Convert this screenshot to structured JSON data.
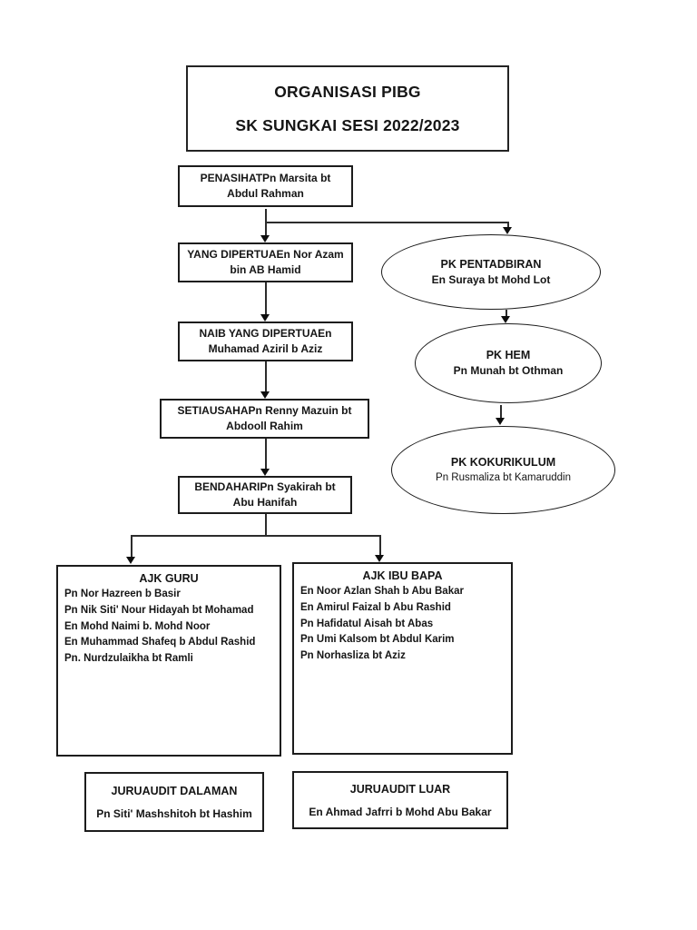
{
  "title": {
    "line1": "ORGANISASI PIBG",
    "line2": "SK SUNGKAI SESI 2022/2023"
  },
  "stack": [
    {
      "role": "PENASIHAT",
      "line1": "PENASIHATPn Marsita bt",
      "line2": "Abdul Rahman"
    },
    {
      "role": "YANG DIPERTUA",
      "line1": "YANG DIPERTUAEn Nor Azam",
      "line2": "bin AB Hamid"
    },
    {
      "role": "NAIB YANG DIPERTUA",
      "line1": "NAIB YANG DIPERTUAEn",
      "line2": "Muhamad Aziril b Aziz"
    },
    {
      "role": "SETIAUSAHA",
      "line1": "SETIAUSAHAPn Renny Mazuin bt",
      "line2": "Abdooll Rahim"
    },
    {
      "role": "BENDAHARI",
      "line1": "BENDAHARIPn Syakirah bt",
      "line2": "Abu Hanifah"
    }
  ],
  "ellipses": [
    {
      "title": "PK PENTADBIRAN",
      "person": "En Suraya bt Mohd Lot"
    },
    {
      "title": "PK HEM",
      "person": "Pn Munah bt Othman"
    },
    {
      "title": "PK KOKURIKULUM",
      "person": "Pn Rusmaliza bt Kamaruddin"
    }
  ],
  "committees": [
    {
      "title": "AJK GURU",
      "members": [
        "Pn Nor Hazreen b Basir",
        "Pn Nik Siti' Nour Hidayah bt Mohamad",
        "En Mohd Naimi b. Mohd Noor",
        "En Muhammad Shafeq b Abdul Rashid",
        "Pn. Nurdzulaikha bt Ramli"
      ]
    },
    {
      "title": "AJK IBU BAPA",
      "members": [
        "En Noor Azlan Shah b Abu Bakar",
        "En Amirul Faizal b Abu Rashid",
        "Pn Hafidatul Aisah bt Abas",
        "Pn Umi Kalsom bt Abdul Karim",
        "Pn Norhasliza bt Aziz"
      ]
    }
  ],
  "auditors": [
    {
      "title": "JURUAUDIT DALAMAN",
      "person": "Pn Siti' Mashshitoh bt Hashim"
    },
    {
      "title": "JURUAUDIT LUAR",
      "person": "En Ahmad Jafrri b Mohd Abu Bakar"
    }
  ],
  "colors": {
    "line": "#2c2c2c",
    "border": "#1c1c1c",
    "background": "#ffffff"
  }
}
